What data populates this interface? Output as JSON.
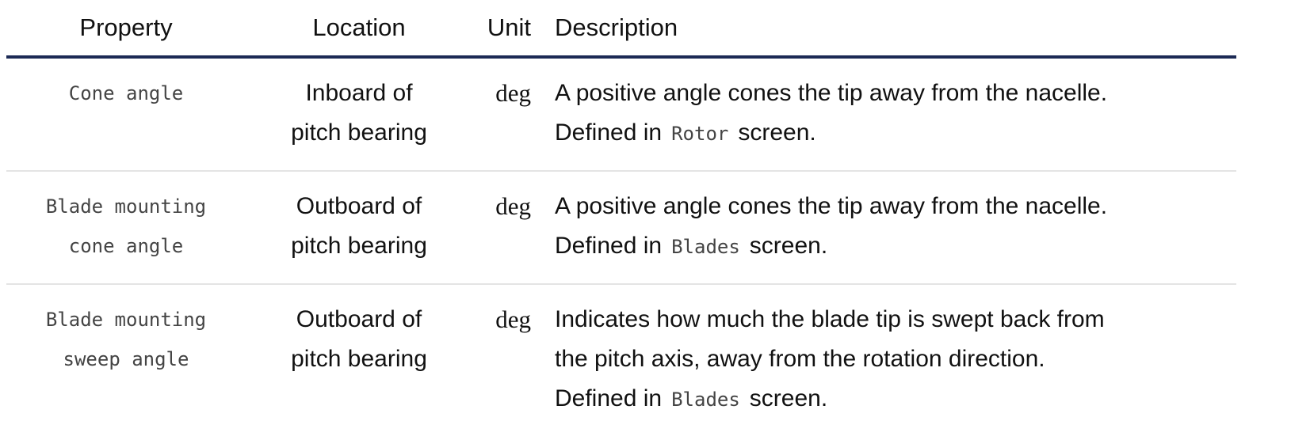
{
  "headers": [
    "Property",
    "Location",
    "Unit",
    "Description"
  ],
  "rows": [
    {
      "property": [
        "Cone angle"
      ],
      "location": [
        "Inboard of",
        "pitch bearing"
      ],
      "unit": "deg",
      "description": [
        "A positive angle cones the tip away from the nacelle."
      ],
      "defined_prefix": "Defined in",
      "defined_code": "Rotor",
      "defined_suffix": "screen."
    },
    {
      "property": [
        "Blade mounting",
        "cone angle"
      ],
      "location": [
        "Outboard of",
        "pitch bearing"
      ],
      "unit": "deg",
      "description": [
        "A positive angle cones the tip away from the nacelle."
      ],
      "defined_prefix": "Defined in",
      "defined_code": "Blades",
      "defined_suffix": "screen."
    },
    {
      "property": [
        "Blade mounting",
        "sweep angle"
      ],
      "location": [
        "Outboard of",
        "pitch bearing"
      ],
      "unit": "deg",
      "description": [
        "Indicates how much the blade tip is swept back from",
        "the pitch axis, away from the rotation direction."
      ],
      "defined_prefix": "Defined in",
      "defined_code": "Blades",
      "defined_suffix": "screen."
    }
  ],
  "colors": {
    "header_rule": "#1c2a55",
    "row_rule": "#e4e4e4",
    "code_text": "#444444"
  }
}
